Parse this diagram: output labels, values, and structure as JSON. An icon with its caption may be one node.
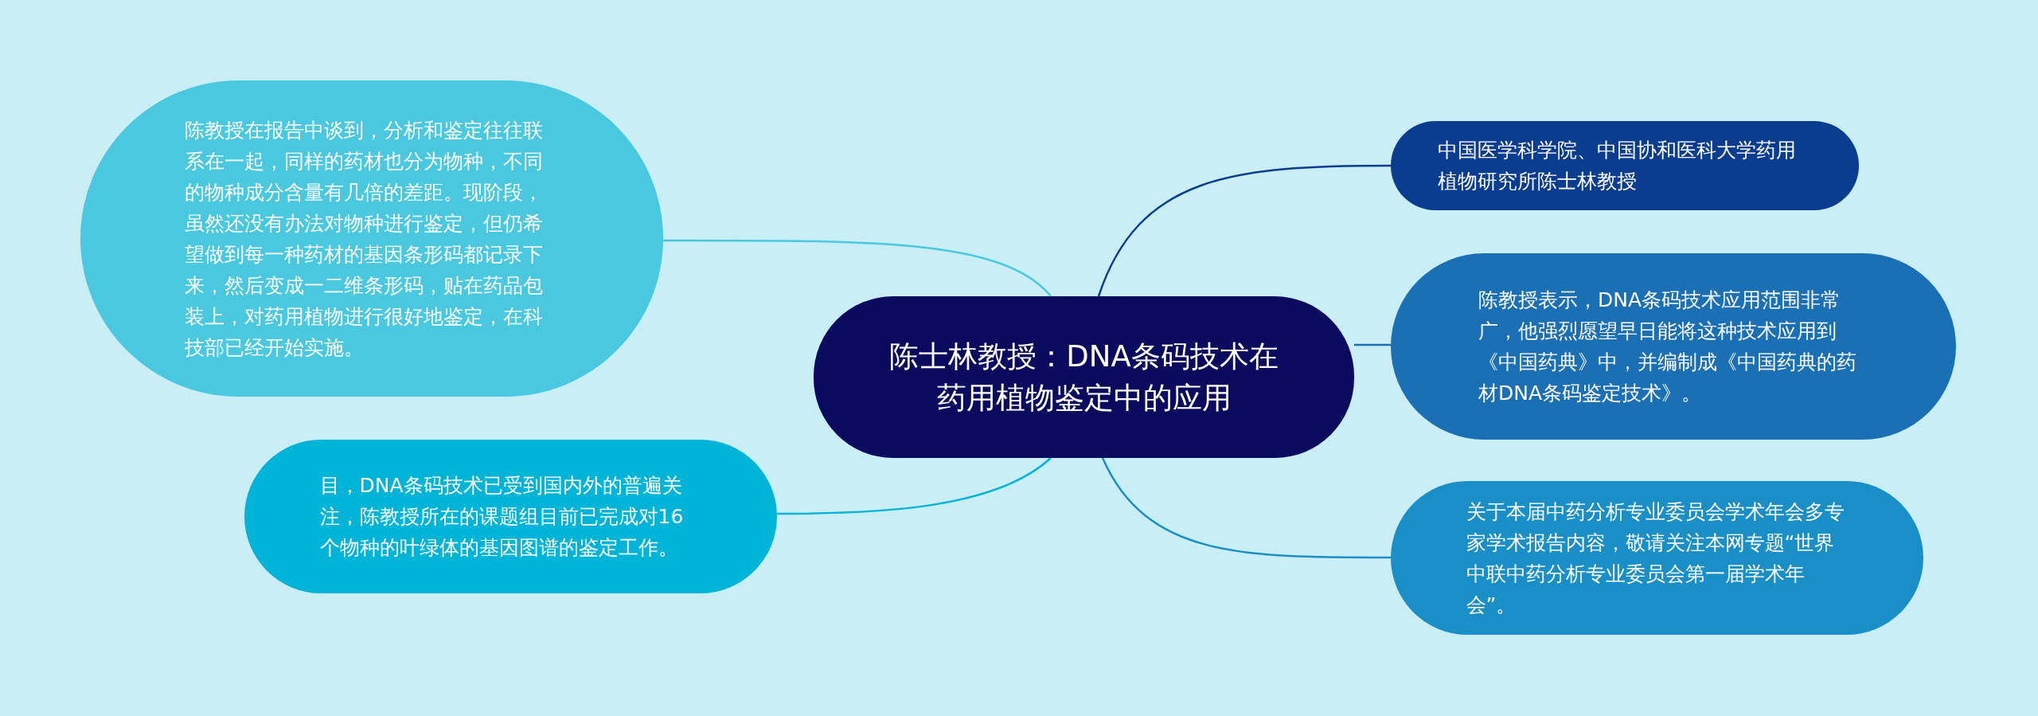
{
  "diagram": {
    "nodes": [
      {
        "text": [
          "陈士林教授：DNA条码技术在药用植物鉴定中的应用"
        ]
      },
      {
        "text": [
          "陈教授在报告中谈到，分析和鉴定往往联系在一起，同样的药材也分为物种，不同的物种成分含量有几倍的差距。现阶段，虽然还没有办法对物种进行鉴定，但仍希望做到每一种药材的基因条形码都记录下来，然后变成一二维条形码，贴在药品包装上，对药用植物进行很好地鉴定，在科技部已经开始实施。"
        ]
      },
      {
        "text": [
          "目，DNA条码技术已受到国内外的普遍关注，陈教授所在的课题组目前已完成对16个物种的叶绿体的基因图谱的鉴定工作。"
        ]
      },
      {
        "text": [
          "中国医学科学院、中国协和医科大学药用植物研究所陈士林教授"
        ]
      },
      {
        "text": [
          "陈教授表示，DNA条码技术应用范围非常广，他强烈愿望早日能将这种技术应用到《中国药典》中，并编制成《中国药典的药材DNA条码鉴定技术》。"
        ]
      },
      {
        "text": [
          "关于本届中药分析专业委员会学术年会多专家学术报告内容，敬请关注本网专题“世界中联中药分析专业委员会第一届学术年会”。"
        ]
      }
    ],
    "edges": [
      {
        "from": 0,
        "to": 1,
        "arrow": "none",
        "color": "#4ac8e0"
      },
      {
        "from": 0,
        "to": 2,
        "arrow": "none",
        "color": "#00b4d8"
      },
      {
        "from": 0,
        "to": 3,
        "arrow": "none",
        "color": "#0a3d8f"
      },
      {
        "from": 0,
        "to": 4,
        "arrow": "none",
        "color": "#1a6fb5"
      },
      {
        "from": 0,
        "to": 5,
        "arrow": "none",
        "color": "#1a8fc7"
      }
    ]
  }
}
